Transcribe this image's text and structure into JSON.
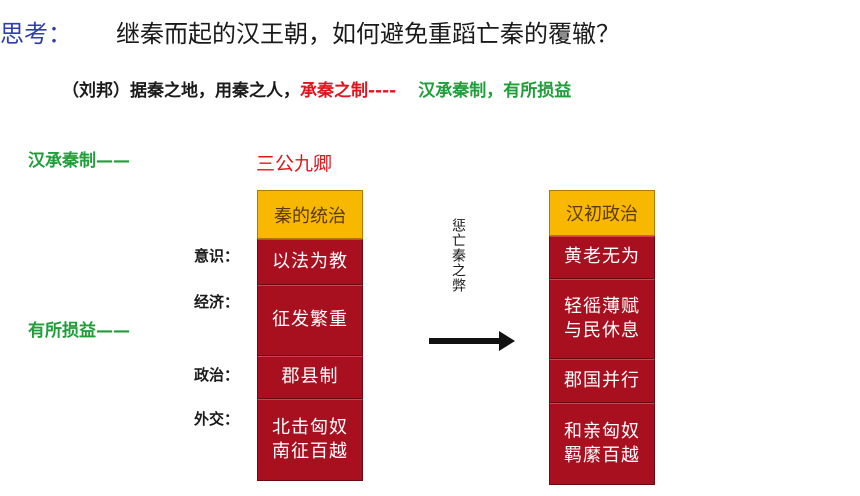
{
  "title": {
    "label": "思考：",
    "question": "继秦而起的汉王朝，如何避免重蹈亡秦的覆辙？"
  },
  "subtitle": {
    "part1": "（刘邦）据秦之地，用秦之人，",
    "part2": "承秦之制----",
    "part3": "汉承秦制，有所损益"
  },
  "side_labels": {
    "inherit": "汉承秦制——",
    "modify": "有所损益——"
  },
  "sangong": "三公九卿",
  "qin": {
    "header": "秦的统治",
    "rows": [
      {
        "label": "意识：",
        "value": "以法为教"
      },
      {
        "label": "经济：",
        "value": "征发繁重"
      },
      {
        "label": "政治：",
        "value": "郡县制"
      },
      {
        "label": "外交：",
        "value": "北击匈奴\n南征百越"
      }
    ]
  },
  "han": {
    "header": "汉初政治",
    "rows": [
      {
        "value": "黄老无为"
      },
      {
        "value": "轻徭薄赋\n与民休息"
      },
      {
        "value": "郡国并行"
      },
      {
        "value": "和亲匈奴\n羁縻百越"
      }
    ]
  },
  "arrow_text": "惩亡秦之弊",
  "colors": {
    "header_bg": "#f8b800",
    "cell_bg": "#a81020",
    "red_text": "#e0141b",
    "green_text": "#1f9e3a",
    "title_label": "#2f3ea8"
  }
}
